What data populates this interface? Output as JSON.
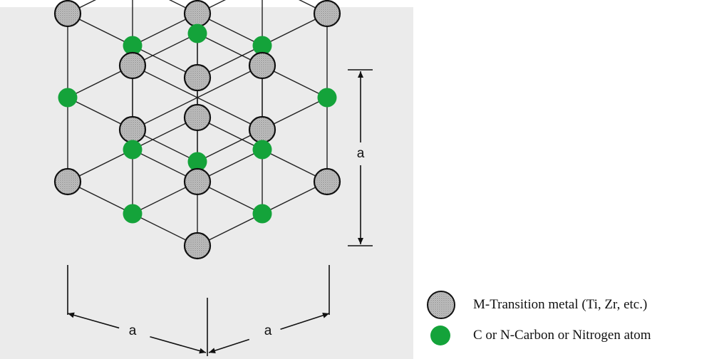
{
  "diagram": {
    "dimension_label": "a",
    "colors": {
      "panel_bg": "#ebebeb",
      "line": "#222222",
      "metal_fill": "#b8b8b8",
      "metal_outline": "#111111",
      "nonmetal_fill": "#14a33a"
    },
    "legend": [
      {
        "icon": "metal-atom-icon",
        "text": "M-Transition metal (Ti, Zr, etc.)"
      },
      {
        "icon": "nonmetal-atom-icon",
        "text": "C or N-Carbon or Nitrogen atom"
      }
    ]
  }
}
